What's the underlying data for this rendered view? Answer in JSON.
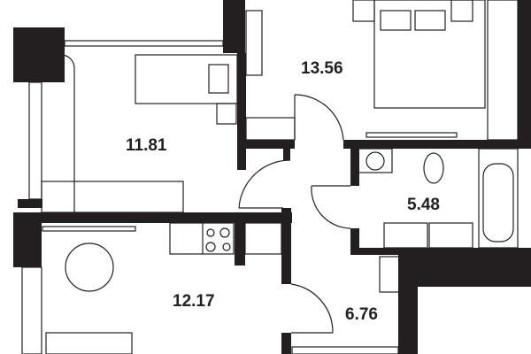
{
  "plan": {
    "rooms": [
      {
        "id": "bedroom",
        "area": "13.56"
      },
      {
        "id": "kids-room",
        "area": "11.81"
      },
      {
        "id": "bathroom",
        "area": "5.48"
      },
      {
        "id": "kitchen-living",
        "area": "12.17"
      },
      {
        "id": "hallway",
        "area": "6.76"
      }
    ],
    "colors": {
      "wall": "#231f20",
      "background": "#ffffff"
    }
  }
}
